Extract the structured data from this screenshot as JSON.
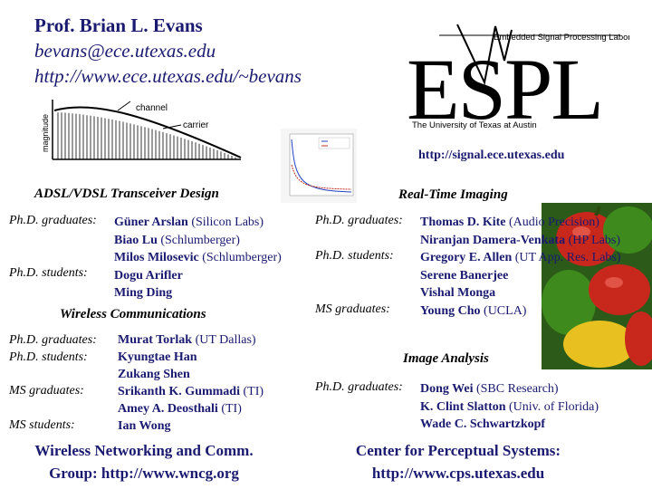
{
  "header": {
    "name": "Prof. Brian L. Evans",
    "email": "bevans@ece.utexas.edu",
    "url": "http://www.ece.utexas.edu/~bevans"
  },
  "graph": {
    "ylabel": "magnitude",
    "channel_label": "channel",
    "carrier_label": "carrier"
  },
  "logo": {
    "big": "ESPL",
    "top_text": "Embedded Signal Processing Laboratory",
    "bottom_text": "The University of Texas at Austin"
  },
  "espl_link": "http://signal.ece.utexas.edu",
  "adsl": {
    "title": "ADSL/VDSL Transceiver Design",
    "grad_label": "Ph.D. graduates:",
    "grads": [
      {
        "name": "Güner Arslan",
        "aff": " (Silicon Labs)"
      },
      {
        "name": "Biao Lu",
        "aff": " (Schlumberger)"
      },
      {
        "name": "Milos Milosevic",
        "aff": " (Schlumberger)"
      }
    ],
    "student_label": "Ph.D. students:",
    "students": [
      "Dogu Arifler",
      "Ming Ding"
    ]
  },
  "wireless": {
    "title": "Wireless Communications",
    "grad_label": "Ph.D. graduates:",
    "grads": [
      {
        "name": "Murat Torlak",
        "aff": " (UT Dallas)"
      }
    ],
    "student_label": "Ph.D. students:",
    "students": [
      "Kyungtae Han",
      "Zukang Shen"
    ],
    "ms_grad_label": "MS graduates:",
    "ms_grads": [
      {
        "name": "Srikanth K. Gummadi",
        "aff": " (TI)"
      },
      {
        "name": "Amey A. Deosthali",
        "aff": " (TI)"
      }
    ],
    "ms_student_label": "MS students:",
    "ms_students": [
      "Ian Wong"
    ]
  },
  "wncg": {
    "line1": "Wireless Networking and Comm.",
    "line2": "Group: http://www.wncg.org"
  },
  "imaging": {
    "title": "Real-Time Imaging",
    "grad_label": "Ph.D. graduates:",
    "grads": [
      {
        "name": "Thomas D. Kite",
        "aff": " (Audio Precision)"
      },
      {
        "name": "Niranjan Damera-Venkata",
        "aff": " (HP Labs)"
      }
    ],
    "student_label": "Ph.D. students:",
    "students": [
      {
        "name": "Gregory E. Allen",
        "aff": " (UT App. Res. Labs)"
      },
      {
        "name": "Serene Banerjee",
        "aff": ""
      },
      {
        "name": "Vishal Monga",
        "aff": ""
      }
    ],
    "ms_grad_label": "MS graduates:",
    "ms_grads": [
      {
        "name": "Young Cho",
        "aff": " (UCLA)"
      }
    ]
  },
  "image_analysis": {
    "title": "Image Analysis",
    "grad_label": "Ph.D. graduates:",
    "grads": [
      {
        "name": "Dong Wei",
        "aff": " (SBC Research)"
      },
      {
        "name": "K. Clint Slatton",
        "aff": " (Univ. of Florida)"
      },
      {
        "name": "Wade C. Schwartzkopf",
        "aff": ""
      }
    ]
  },
  "cps": {
    "line1": "Center for Perceptual Systems:",
    "line2": "http://www.cps.utexas.edu"
  },
  "colors": {
    "navy": "#1a1a70",
    "pepper_red": "#c8281c",
    "pepper_green": "#3e8a1c",
    "pepper_yellow": "#e8c020"
  }
}
